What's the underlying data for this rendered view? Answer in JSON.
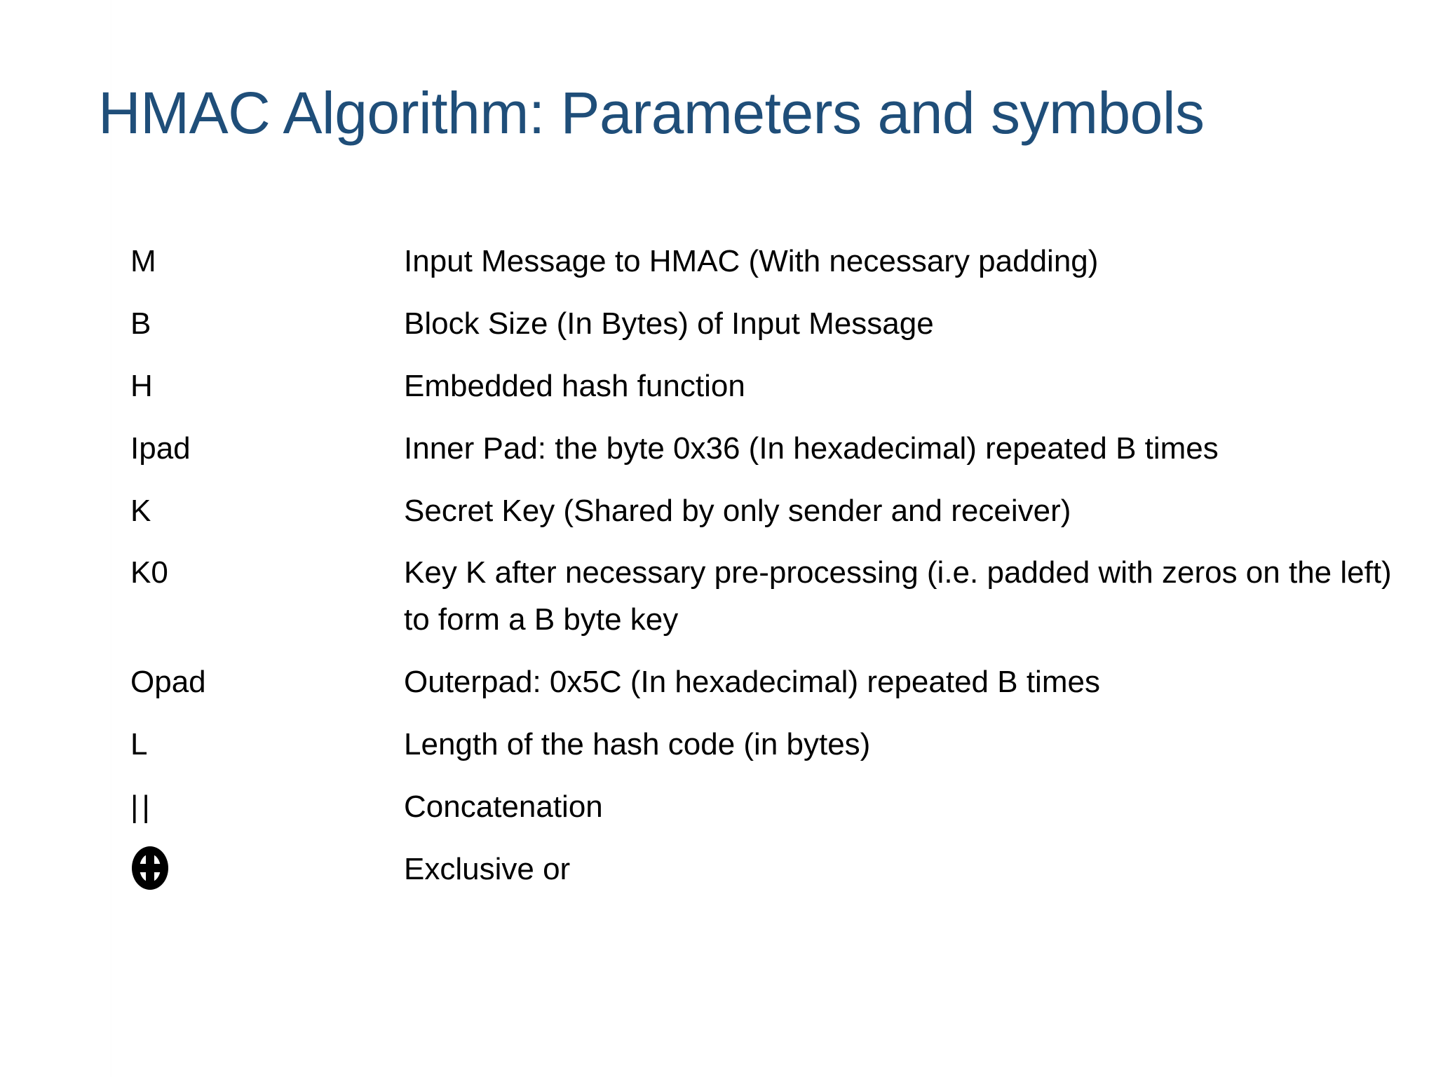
{
  "slide": {
    "title": "HMAC Algorithm: Parameters and symbols",
    "title_color": "#1F4E79",
    "background_color": "#FFFFFF",
    "text_color": "#000000"
  },
  "parameters": [
    {
      "symbol": "M",
      "symbol_kind": "text",
      "description": "Input Message to HMAC (With necessary padding)"
    },
    {
      "symbol": "B",
      "symbol_kind": "text",
      "description": "Block Size (In Bytes) of Input Message"
    },
    {
      "symbol": "H",
      "symbol_kind": "text",
      "description": "Embedded hash function"
    },
    {
      "symbol": "Ipad",
      "symbol_kind": "text",
      "description": "Inner Pad: the byte 0x36 (In hexadecimal) repeated B times"
    },
    {
      "symbol": "K",
      "symbol_kind": "text",
      "description": "Secret Key (Shared by only sender and receiver)"
    },
    {
      "symbol": "K0",
      "symbol_kind": "text",
      "description": "Key K after necessary pre-processing (i.e. padded with zeros on the left) to form a B byte key"
    },
    {
      "symbol": "Opad",
      "symbol_kind": "text",
      "description": "Outerpad: 0x5C (In hexadecimal) repeated B times"
    },
    {
      "symbol": "L",
      "symbol_kind": "text",
      "description": "Length of the hash code (in bytes)"
    },
    {
      "symbol": "||",
      "symbol_kind": "text",
      "description": "Concatenation"
    },
    {
      "symbol": "⊕",
      "symbol_kind": "glyph",
      "glyph_name": "circled-plus-xor-icon",
      "description": "Exclusive or"
    }
  ]
}
